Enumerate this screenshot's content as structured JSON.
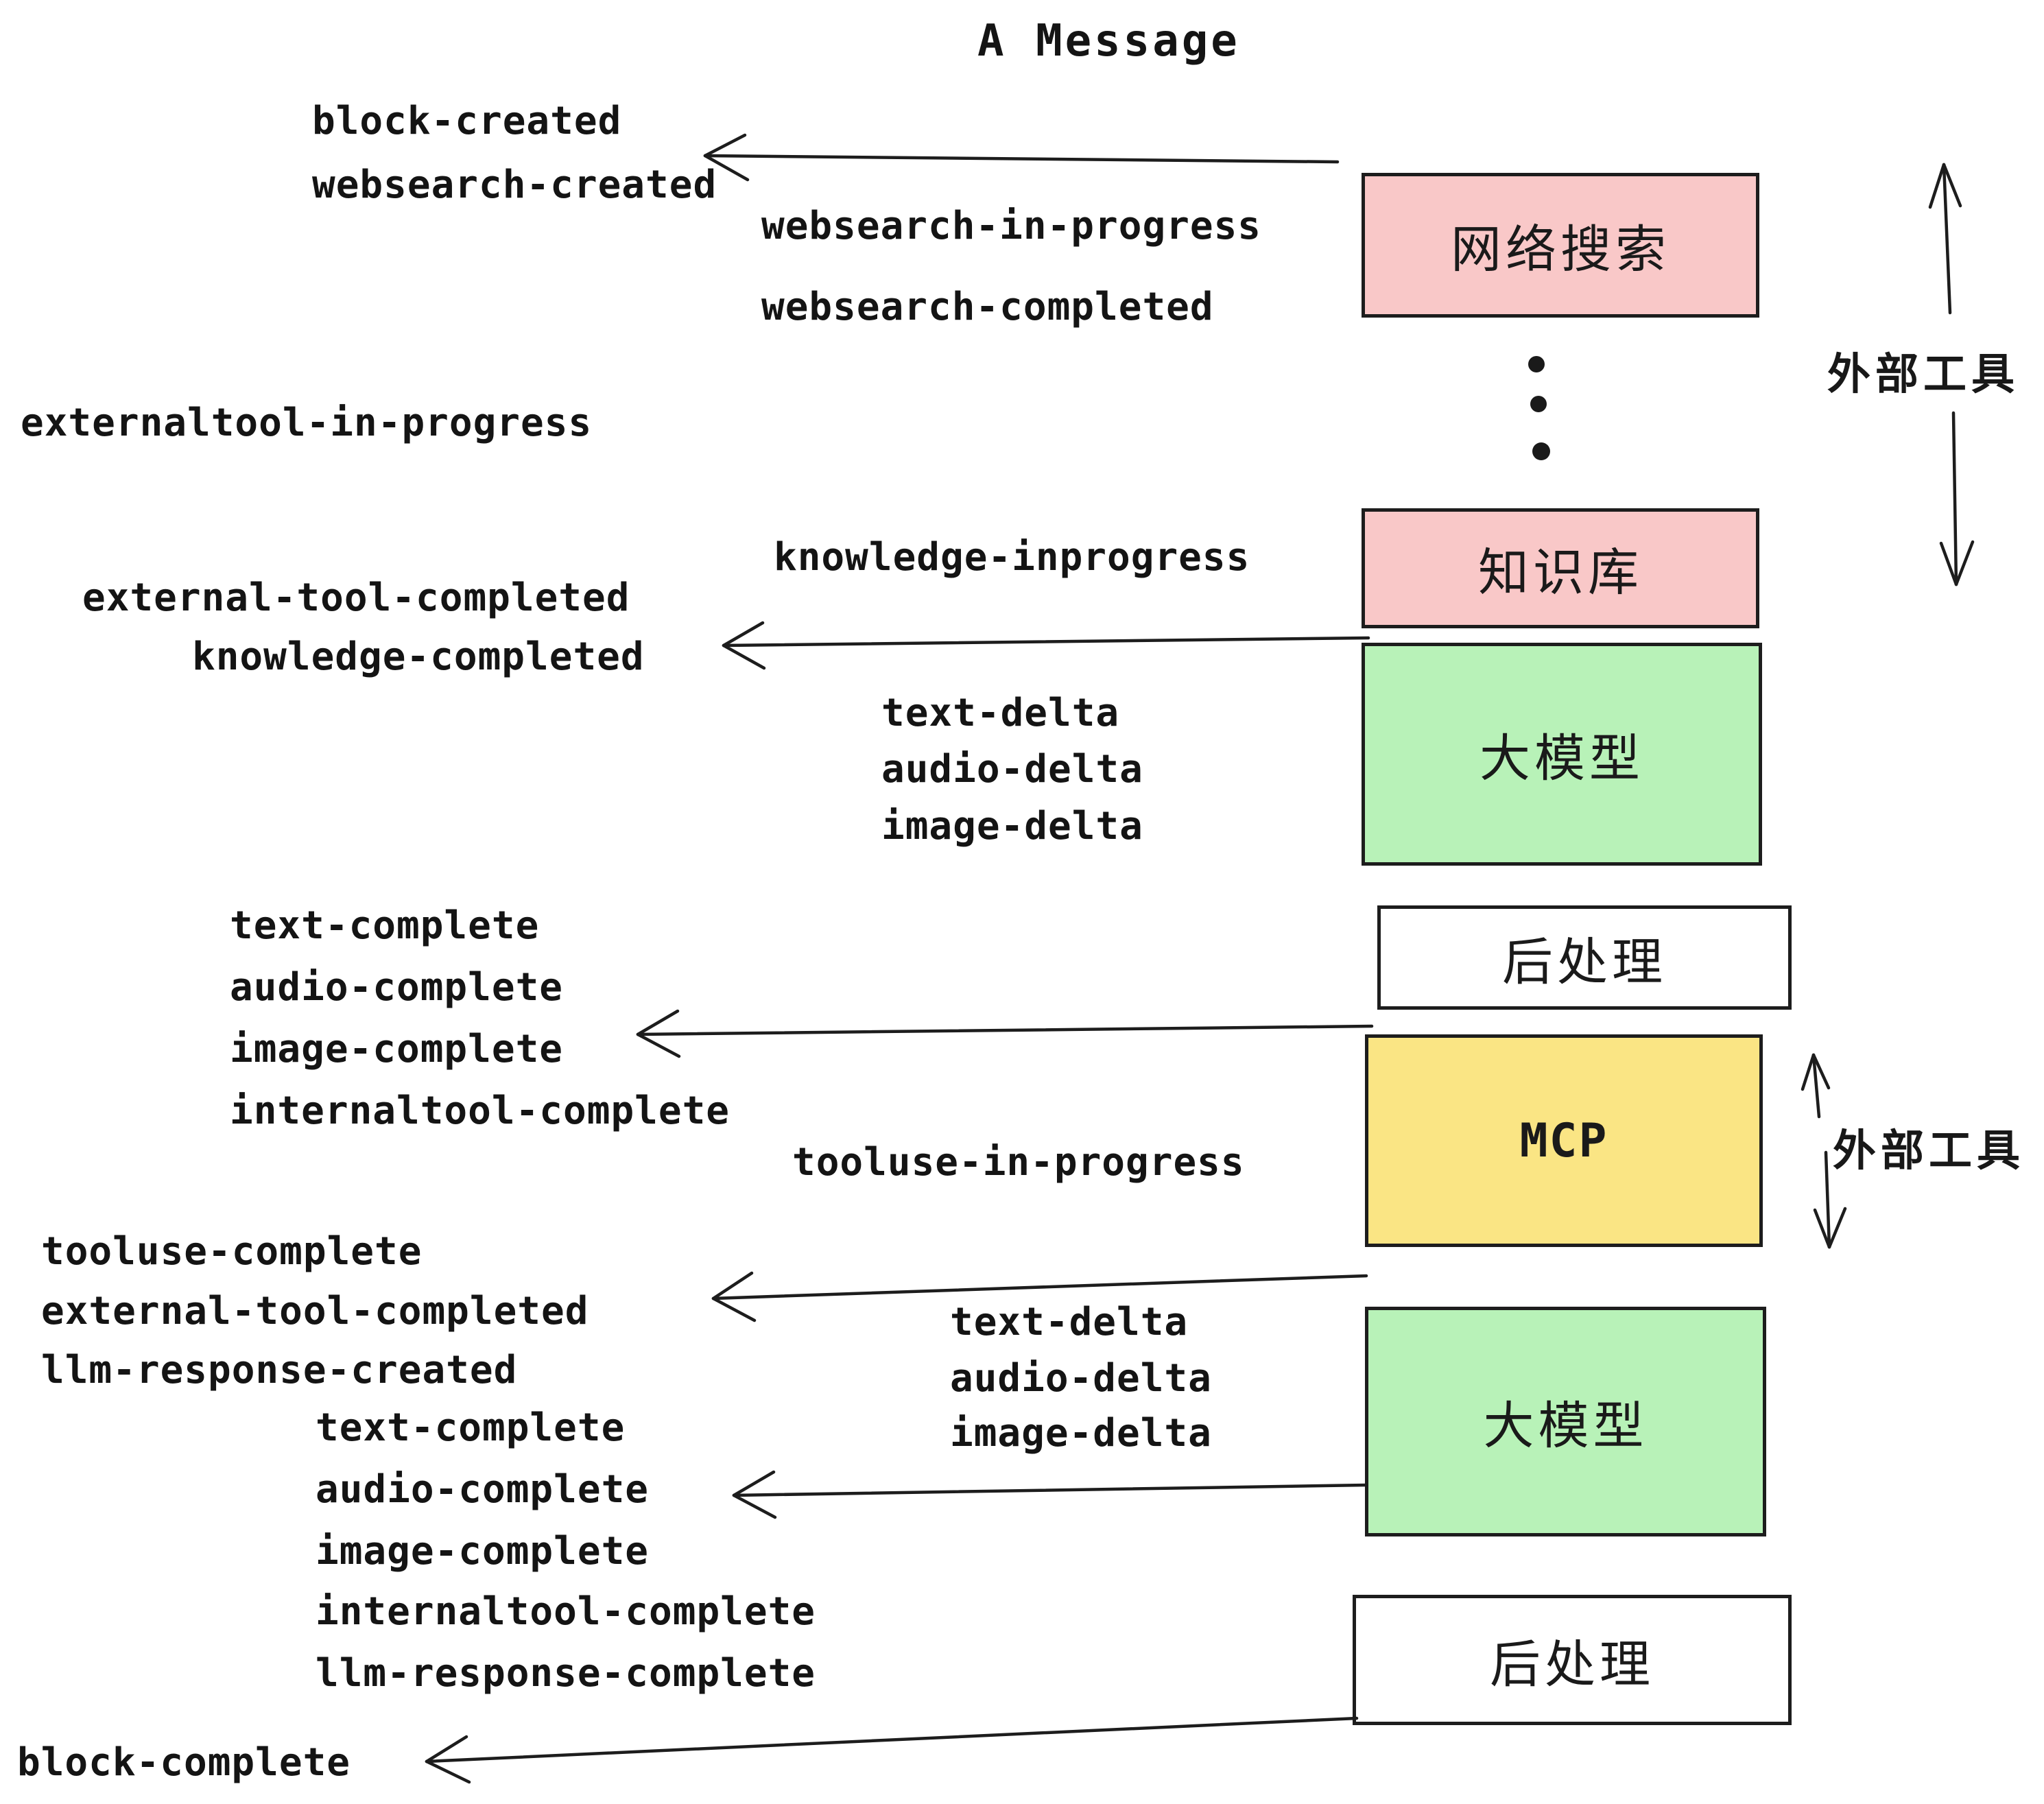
{
  "title": "A Message",
  "boxes": [
    {
      "label": "网络搜索",
      "fill": "#F9C8C8"
    },
    {
      "label": "知识库",
      "fill": "#F9C8C8"
    },
    {
      "label": "大模型",
      "fill": "#B8F2B8"
    },
    {
      "label": "后处理",
      "fill": "#FFFFFF"
    },
    {
      "label": "MCP",
      "fill": "#FAE584"
    },
    {
      "label": "大模型",
      "fill": "#B8F2B8"
    },
    {
      "label": "后处理",
      "fill": "#FFFFFF"
    }
  ],
  "side_annotations": [
    {
      "text": "外部工具"
    },
    {
      "text": "外部工具"
    }
  ],
  "events": [
    {
      "text": "block-created"
    },
    {
      "text": "websearch-created"
    },
    {
      "text": "websearch-in-progress"
    },
    {
      "text": "websearch-completed"
    },
    {
      "text": "externaltool-in-progress"
    },
    {
      "text": "knowledge-inprogress"
    },
    {
      "text": "external-tool-completed"
    },
    {
      "text": "knowledge-completed"
    },
    {
      "text": "text-delta"
    },
    {
      "text": "audio-delta"
    },
    {
      "text": "image-delta"
    },
    {
      "text": "text-complete"
    },
    {
      "text": "audio-complete"
    },
    {
      "text": "image-complete"
    },
    {
      "text": "internaltool-complete"
    },
    {
      "text": "tooluse-in-progress"
    },
    {
      "text": "tooluse-complete"
    },
    {
      "text": "external-tool-completed"
    },
    {
      "text": "llm-response-created"
    },
    {
      "text": "text-complete"
    },
    {
      "text": "audio-complete"
    },
    {
      "text": "image-complete"
    },
    {
      "text": "internaltool-complete"
    },
    {
      "text": "llm-response-complete"
    },
    {
      "text": "text-delta"
    },
    {
      "text": "audio-delta"
    },
    {
      "text": "image-delta"
    },
    {
      "text": "block-complete"
    }
  ],
  "colors": {
    "box_pink": "#F9C8C8",
    "box_green": "#B8F2B8",
    "box_yellow": "#FAE584",
    "box_white": "#FFFFFF",
    "ink": "#1C1C1C",
    "background": "#FFFFFF"
  }
}
